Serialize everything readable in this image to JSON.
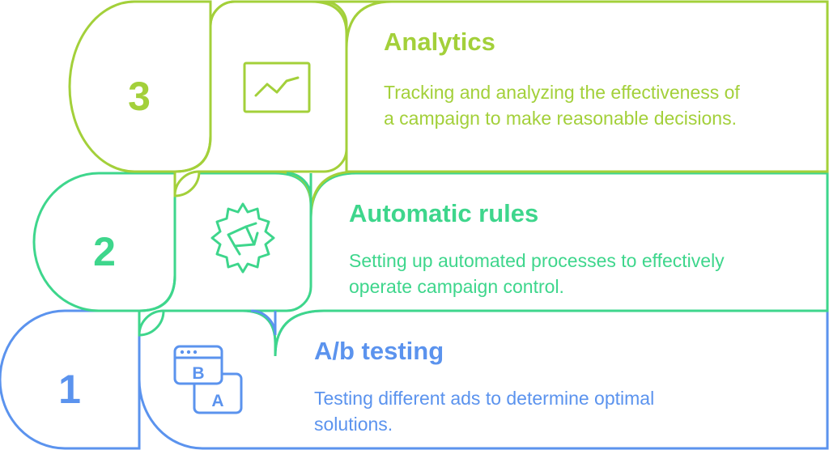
{
  "colors": {
    "analytics": "#a3d03a",
    "automatic": "#3ed68c",
    "abtesting": "#5b93ee"
  },
  "steps": [
    {
      "number": "3",
      "title": "Analytics",
      "description": [
        "Tracking and analyzing the effectiveness of",
        "a campaign to make reasonable decisions."
      ],
      "icon": "line-chart-icon"
    },
    {
      "number": "2",
      "title": "Automatic rules",
      "description": [
        "Setting up automated processes to effectively",
        "operate campaign control."
      ],
      "icon": "gear-megaphone-icon"
    },
    {
      "number": "1",
      "title": "A/b testing",
      "description": [
        "Testing different ads to determine optimal",
        "solutions."
      ],
      "icon": "ab-windows-icon",
      "icon_letters": [
        "B",
        "A"
      ]
    }
  ]
}
